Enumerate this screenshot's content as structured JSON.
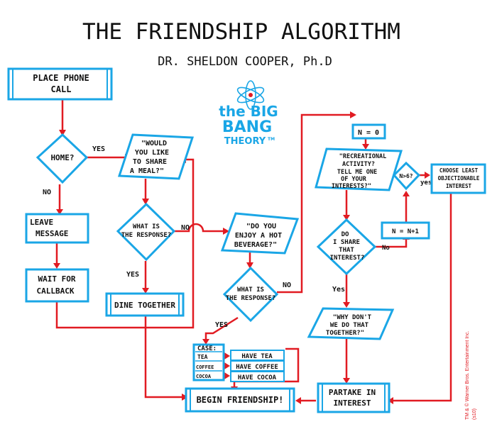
{
  "title": "THE FRIENDSHIP ALGORITHM",
  "subtitle": "DR. SHELDON COOPER, Ph.D",
  "logo": {
    "line1": "the BIG",
    "line2": "BANG",
    "line3": "THEORY",
    "tm": "TM",
    "colors": {
      "primary": "#1aa6e6",
      "accent": "#e11b22"
    }
  },
  "copyright": "TM & © Warner Bros. Entertainment Inc.",
  "copyright2": "(s10)",
  "nodes": {
    "place_call": [
      "PLACE PHONE",
      "CALL"
    ],
    "home": "HOME?",
    "leave_message": [
      "LEAVE",
      "MESSAGE"
    ],
    "wait_callback": [
      "WAIT FOR",
      "CALLBACK"
    ],
    "share_meal": [
      "\"WOULD",
      "YOU LIKE",
      "TO SHARE",
      "A MEAL?\""
    ],
    "response1": [
      "WHAT IS",
      "THE RESPONSE?"
    ],
    "dine": "DINE TOGETHER",
    "hot_beverage": [
      "\"DO YOU",
      "ENJOY A HOT",
      "BEVERAGE?\""
    ],
    "response2": [
      "WHAT IS",
      "THE RESPONSE?"
    ],
    "case": "CASE:",
    "tea": "TEA",
    "coffee": "COFFEE",
    "cocoa": "COCOA",
    "have_tea": "HAVE TEA",
    "have_coffee": "HAVE COFFEE",
    "have_cocoa": "HAVE COCOA",
    "begin": "BEGIN FRIENDSHIP!",
    "n_zero": "N = 0",
    "recreational": [
      "\"RECREATIONAL",
      "ACTIVITY?",
      "TELL ME ONE",
      "OF YOUR",
      "INTERESTS?\""
    ],
    "n_gt6": "N>6?",
    "least_objectionable": [
      "CHOOSE LEAST",
      "OBJECTIONABLE",
      "INTEREST"
    ],
    "n_plus": "N = N+1",
    "share_interest": [
      "DO",
      "I SHARE",
      "THAT",
      "INTEREST?"
    ],
    "why_dont": [
      "\"WHY DON'T",
      "WE DO THAT",
      "TOGETHER?\""
    ],
    "partake": [
      "PARTAKE IN",
      "INTEREST"
    ]
  },
  "edge_labels": {
    "yes": "YES",
    "no": "NO",
    "yes_cap": "Yes",
    "no_cap": "No",
    "no_lower": "no",
    "yes_lower": "yes"
  }
}
